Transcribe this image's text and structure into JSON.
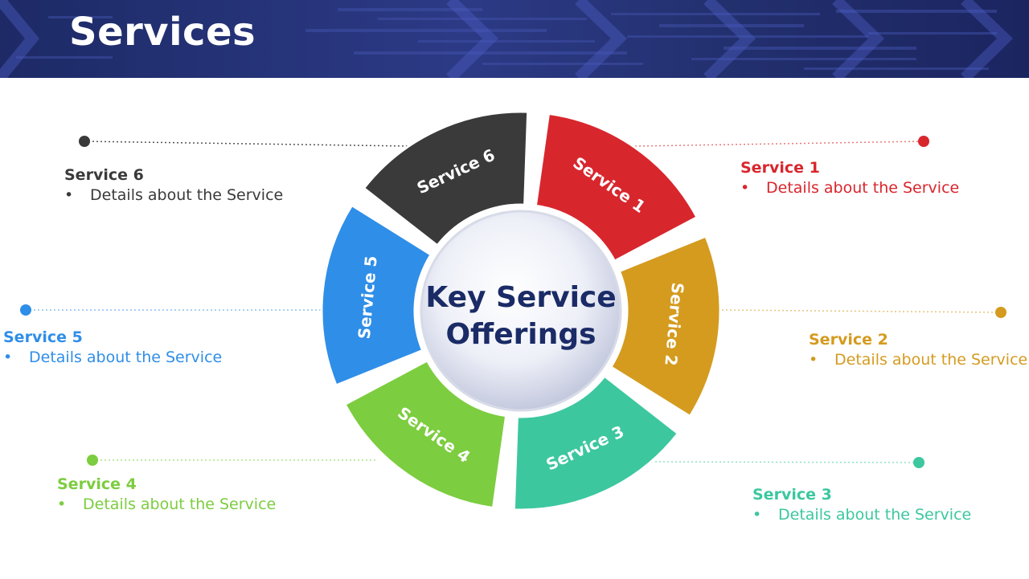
{
  "header": {
    "title": "Services"
  },
  "center": {
    "line1": "Key Service",
    "line2": "Offerings"
  },
  "services": [
    {
      "label": "Service 1",
      "detail": "Details about the Service",
      "color": "#d8262d"
    },
    {
      "label": "Service 2",
      "detail": "Details about the Service",
      "color": "#d49b1f"
    },
    {
      "label": "Service 3",
      "detail": "Details about the Service",
      "color": "#3cc79f"
    },
    {
      "label": "Service 4",
      "detail": "Details about the Service",
      "color": "#7ccd3f"
    },
    {
      "label": "Service 5",
      "detail": "Details about the Service",
      "color": "#2f8ee8"
    },
    {
      "label": "Service 6",
      "detail": "Details about the Service",
      "color": "#3a3a3a"
    }
  ],
  "colors": {
    "banner": "#1d2a66",
    "center_text": "#1a2b66"
  }
}
